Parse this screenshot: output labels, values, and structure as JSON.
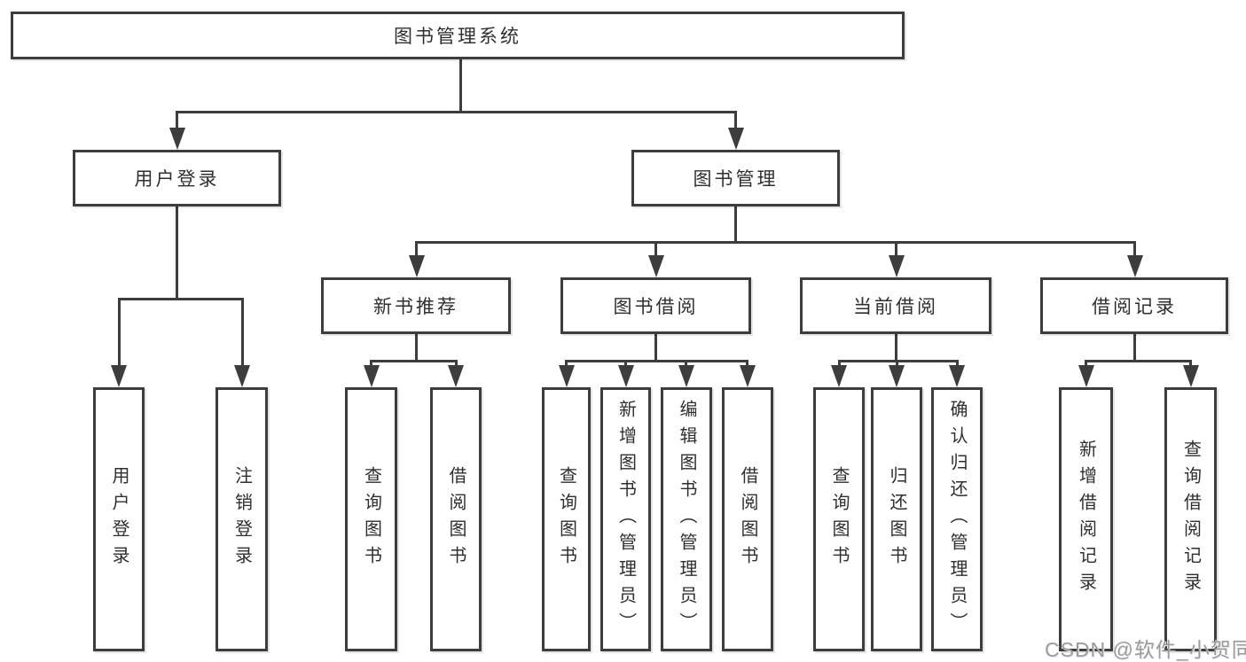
{
  "title": {
    "label": "图书管理系统"
  },
  "level2": {
    "user_login": {
      "label": "用户登录"
    },
    "book_mgmt": {
      "label": "图书管理"
    }
  },
  "level3": {
    "new_books": {
      "label": "新书推荐"
    },
    "borrow": {
      "label": "图书借阅"
    },
    "current": {
      "label": "当前借阅"
    },
    "records": {
      "label": "借阅记录"
    }
  },
  "leaves": {
    "user_login": {
      "label": "用户登录"
    },
    "logout": {
      "label": "注销登录"
    },
    "nb_query": {
      "label": "查询图书"
    },
    "nb_borrow": {
      "label": "借阅图书"
    },
    "bw_query": {
      "label": "查询图书"
    },
    "bw_add": {
      "label": "新增图书（管理员）"
    },
    "bw_edit": {
      "label": "编辑图书（管理员）"
    },
    "bw_borrow": {
      "label": "借阅图书"
    },
    "cur_query": {
      "label": "查询图书"
    },
    "cur_return": {
      "label": "归还图书"
    },
    "cur_confirm": {
      "label": "确认归还（管理员）"
    },
    "rec_add": {
      "label": "新增借阅记录"
    },
    "rec_query": {
      "label": "查询借阅记录"
    }
  },
  "watermark": {
    "text": "CSDN @软件_小贺同学"
  },
  "colors": {
    "line": "#3d3d3d",
    "text": "#2f2f2f",
    "watermark": "#9b9b9b",
    "background": "#ffffff"
  }
}
